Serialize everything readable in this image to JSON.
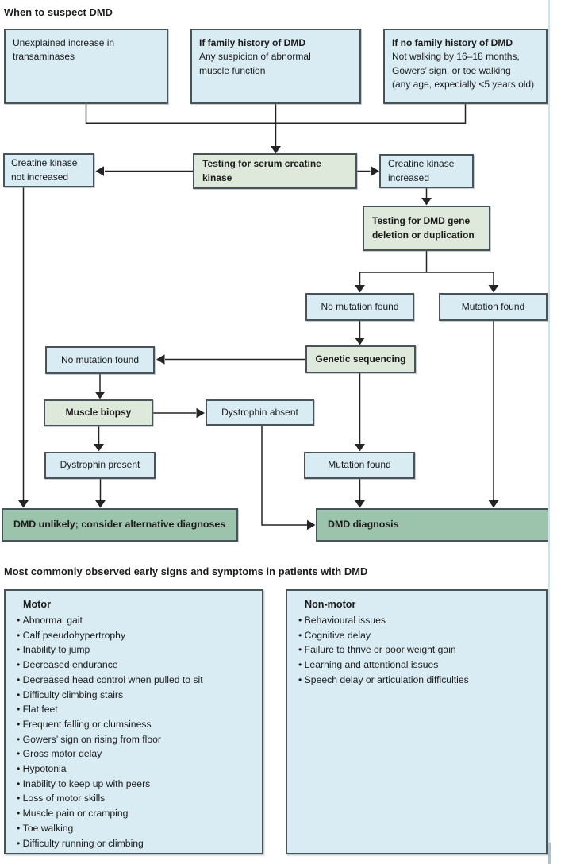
{
  "colors": {
    "box_blue": "#d9ecf4",
    "box_green_light": "#dfe9db",
    "box_green_dark": "#9cc3ab",
    "box_border": "#47555b",
    "line": "#242424",
    "text": "#1b1b1b",
    "page_edge": "#cfe3ed",
    "page_edge_dark": "#a5c4d7"
  },
  "flowchart": {
    "title": "When to suspect DMD",
    "boxes": {
      "transaminases": {
        "text": "Unexplained increase in\ntransaminases"
      },
      "family_history": {
        "title": "If family history of DMD",
        "body": "Any suspicion of abnormal\nmuscle function"
      },
      "no_family_history": {
        "title": "If no family history of DMD",
        "body": "Not walking by 16–18 months,\nGowers’ sign, or toe walking\n(any age, expecially <5 years old)"
      },
      "ck_not_increased": {
        "text": "Creatine kinase\nnot increased"
      },
      "testing_ck": {
        "text": "Testing for serum creatine\nkinase"
      },
      "ck_increased": {
        "text": "Creatine kinase\nincreased"
      },
      "testing_gene": {
        "text": "Testing for DMD gene\ndeletion or duplication"
      },
      "no_mutation_upper": {
        "text": "No mutation found"
      },
      "mutation_upper": {
        "text": "Mutation found"
      },
      "genetic_sequencing": {
        "text": "Genetic sequencing"
      },
      "no_mutation_left": {
        "text": "No mutation found"
      },
      "muscle_biopsy": {
        "text": "Muscle biopsy"
      },
      "dystrophin_absent": {
        "text": "Dystrophin absent"
      },
      "dystrophin_present": {
        "text": "Dystrophin present"
      },
      "mutation_lower": {
        "text": "Mutation found"
      },
      "dmd_unlikely": {
        "text": "DMD unlikely; consider alternative diagnoses"
      },
      "dmd_diagnosis": {
        "text": "DMD diagnosis"
      }
    }
  },
  "symptoms": {
    "heading": "Most commonly observed early signs and symptoms in patients with DMD",
    "motor": {
      "title": "Motor",
      "items": [
        "Abnormal gait",
        "Calf pseudohypertrophy",
        "Inability to jump",
        "Decreased endurance",
        "Decreased head control when pulled to sit",
        "Difficulty climbing stairs",
        "Flat feet",
        "Frequent falling or clumsiness",
        "Gowers’ sign on rising from floor",
        "Gross motor delay",
        "Hypotonia",
        "Inability to keep up with peers",
        "Loss of motor skills",
        "Muscle pain or cramping",
        "Toe walking",
        "Difficulty running or climbing"
      ]
    },
    "non_motor": {
      "title": "Non-motor",
      "items": [
        "Behavioural issues",
        "Cognitive delay",
        "Failure to thrive or poor weight gain",
        "Learning and attentional issues",
        "Speech delay or articulation difficulties"
      ]
    }
  }
}
